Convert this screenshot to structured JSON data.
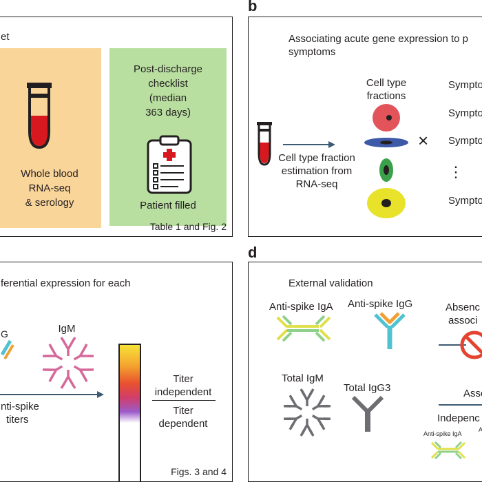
{
  "panel_labels": {
    "b": "b",
    "d": "d"
  },
  "panel_a": {
    "title_fragment": "et",
    "blood_lines": [
      "Whole blood",
      "RNA-seq",
      "& serology"
    ],
    "checklist_lines": [
      "Post-discharge",
      "checklist",
      "(median",
      "363 days)"
    ],
    "patient_filled": "Patient filled",
    "reference": "Table 1 and Fig. 2"
  },
  "panel_b": {
    "title_lines": [
      "Associating acute gene expression to p",
      "symptoms"
    ],
    "cell_type_lines": [
      "Cell type",
      "fractions"
    ],
    "estimation_lines": [
      "Cell type fraction",
      "estimation from",
      "RNA-seq"
    ],
    "multiply": "×",
    "vdots": "⋮",
    "symptoms": [
      "Sympto",
      "Sympto",
      "Sympto",
      "Sympto"
    ]
  },
  "panel_c": {
    "title_fragment": "ferential expression for each",
    "igm_label": "IgM",
    "g_fragment": "G",
    "anti_spike_lines": [
      "nti-spike",
      "titers"
    ],
    "titer_independent": [
      "Titer",
      "independent"
    ],
    "titer_dependent": [
      "Titer",
      "dependent"
    ],
    "reference": "Figs. 3 and 4"
  },
  "panel_d": {
    "title": "External validation",
    "anti_spike_iga": "Anti-spike IgA",
    "anti_spike_igg": "Anti-spike IgG",
    "total_igm": "Total IgM",
    "total_igg3": "Total IgG3",
    "absence_lines": [
      "Absenc",
      "associ"
    ],
    "association": "Associa",
    "independent": "Indepenc",
    "small_iga": "Anti-spike IgA",
    "small_a": "A"
  },
  "colors": {
    "orange_panel": "#f9d59a",
    "green_panel": "#b9dfa0",
    "blood_red": "#d7191f",
    "arrow": "#3d5a73",
    "red_cell": "#e2545a",
    "blue_cell": "#3e59a7",
    "green_cell": "#3aa14a",
    "yellow_cell": "#e8e22a",
    "pink_antibody": "#d5699a",
    "yellow_antibody": "#dfe04a",
    "cyan_antibody": "#4fc3d1",
    "grey_antibody": "#6d6e71",
    "orange_antibody": "#f0a035",
    "prohibit_red": "#e4432f"
  }
}
